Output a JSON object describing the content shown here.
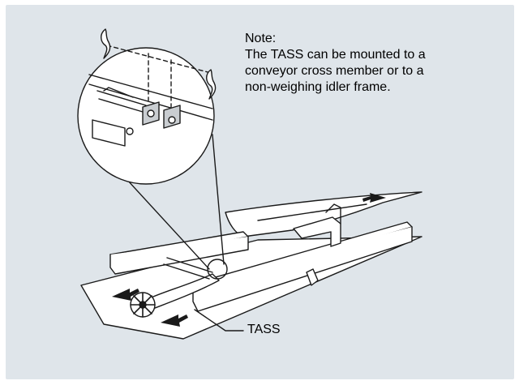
{
  "note": {
    "heading": "Note:",
    "lines": [
      "The TASS can be mounted to a",
      "conveyor cross member or to a",
      "non-weighing idler frame."
    ]
  },
  "callout": {
    "label": "TASS"
  },
  "colors": {
    "panel_background": "#dfe5ea",
    "line": "#1a1a1a",
    "fill_light": "#ffffff",
    "fill_shade": "#c9cdd1"
  },
  "icons": [
    "cotter-pin-icon",
    "wheel-icon",
    "direction-arrow-icon"
  ]
}
